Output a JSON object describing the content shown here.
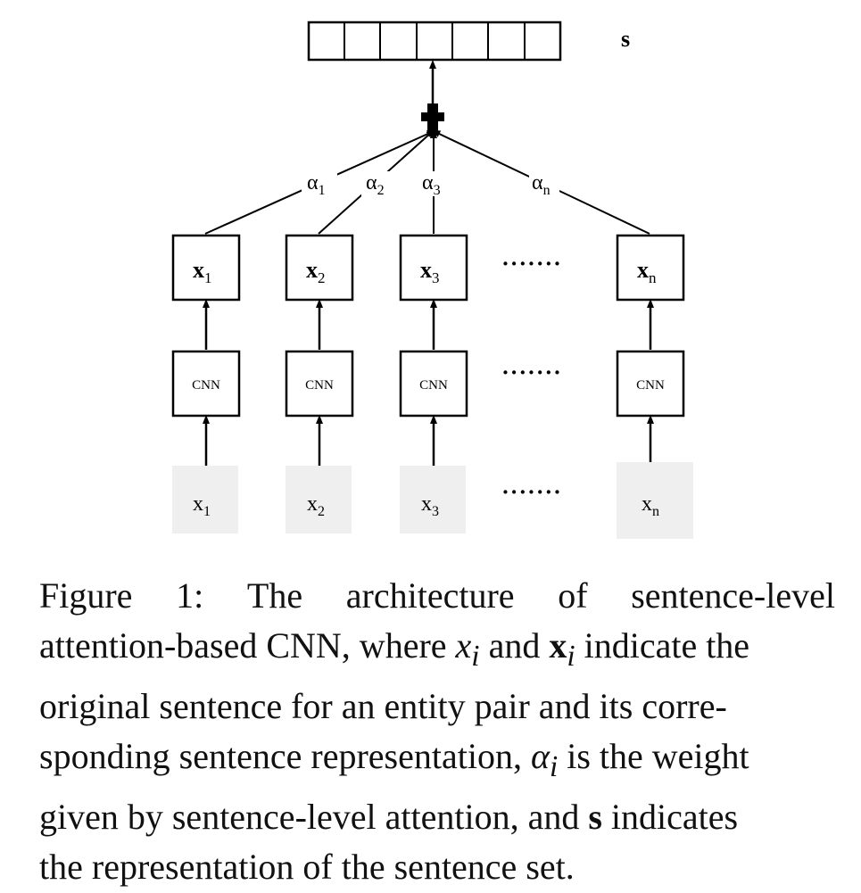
{
  "diagram": {
    "output_label": "s",
    "alpha_labels": [
      {
        "sym": "α",
        "sub": "1"
      },
      {
        "sym": "α",
        "sub": "2"
      },
      {
        "sym": "α",
        "sub": "3"
      },
      {
        "sym": "α",
        "sub": "n"
      }
    ],
    "columns": [
      {
        "rep": "x",
        "rep_sub": "1",
        "cnn": "CNN",
        "input": "x",
        "input_sub": "1"
      },
      {
        "rep": "x",
        "rep_sub": "2",
        "cnn": "CNN",
        "input": "x",
        "input_sub": "2"
      },
      {
        "rep": "x",
        "rep_sub": "3",
        "cnn": "CNN",
        "input": "x",
        "input_sub": "3"
      },
      {
        "rep": "x",
        "rep_sub": "n",
        "cnn": "CNN",
        "input": "x",
        "input_sub": "n"
      }
    ],
    "ellipsis": "·······",
    "colors": {
      "line": "#000000",
      "input_bg": "#efefef"
    }
  },
  "caption": {
    "lines": [
      [
        "Figure",
        "1:",
        "The",
        "architecture",
        "of",
        "sentence-level"
      ],
      [
        "attention-based CNN, where ",
        "x",
        "i",
        " and ",
        "x",
        "i",
        " indicate the"
      ],
      [
        "original sentence for an entity pair and its corre-"
      ],
      [
        "sponding sentence representation, ",
        "α",
        "i",
        " is the weight"
      ],
      [
        "given by sentence-level attention, and ",
        "s",
        " indicates"
      ],
      [
        "the representation of the sentence set."
      ]
    ]
  }
}
